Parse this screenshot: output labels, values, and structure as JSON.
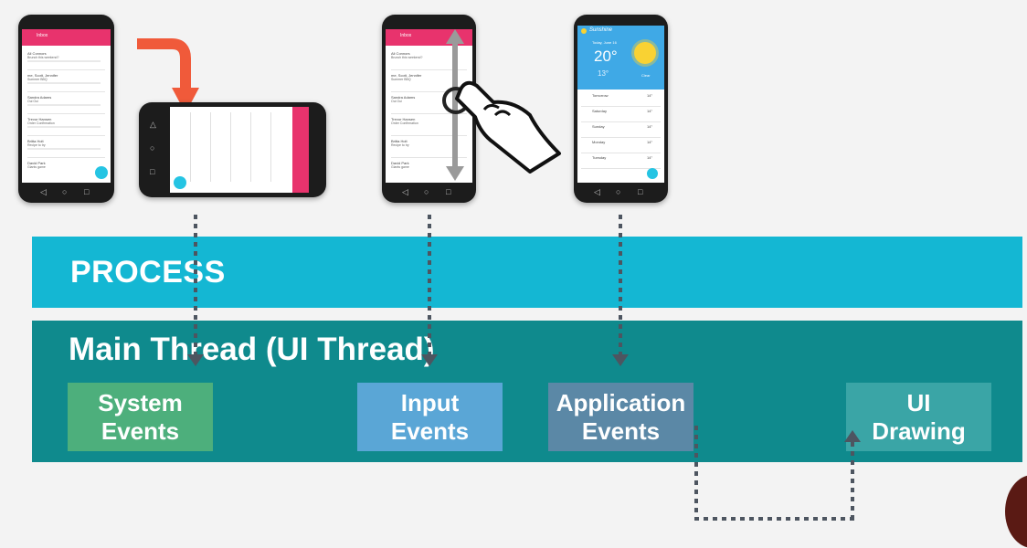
{
  "diagram": {
    "process_label": "PROCESS",
    "main_thread_label": "Main Thread (UI Thread)",
    "events": [
      {
        "line1": "System",
        "line2": "Events",
        "color": "#4daf7c"
      },
      {
        "line1": "Input",
        "line2": "Events",
        "color": "#5aa6d6"
      },
      {
        "line1": "Application",
        "line2": "Events",
        "color": "#5b88a6"
      },
      {
        "line1": "UI",
        "line2": "Drawing",
        "color": "#3aa5a6"
      }
    ]
  },
  "phones": {
    "inbox_title": "Inbox",
    "weather_app_title": "Sunshine",
    "weather_date": "Today, June 16",
    "weather_high": "20°",
    "weather_low": "13°",
    "weather_condition": "Clear",
    "inbox_rows": [
      {
        "name": "Ali Connors",
        "subject": "Brunch this weekend?"
      },
      {
        "name": "me, Scott, Jennifer",
        "subject": "Summer BBQ"
      },
      {
        "name": "Sandra Adams",
        "subject": "Oui Oui"
      },
      {
        "name": "Trevor Hansen",
        "subject": "Order Confirmation"
      },
      {
        "name": "Britta Holt",
        "subject": "Recipe to try"
      },
      {
        "name": "David Park",
        "subject": "Giants game"
      }
    ],
    "forecast": [
      {
        "day": "Tomorrow",
        "hi": "14°"
      },
      {
        "day": "Saturday",
        "hi": "14°"
      },
      {
        "day": "Sunday",
        "hi": "14°"
      },
      {
        "day": "Monday",
        "hi": "14°"
      },
      {
        "day": "Tuesday",
        "hi": "14°"
      }
    ]
  }
}
